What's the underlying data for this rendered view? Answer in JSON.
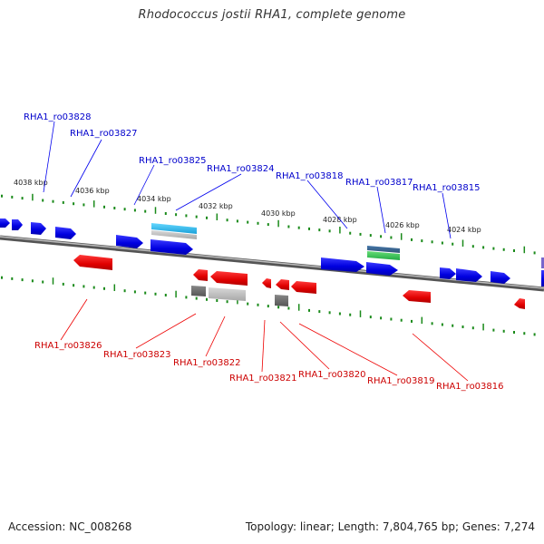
{
  "title": "Rhodococcus jostii RHA1, complete genome",
  "footer": {
    "accession": "Accession: NC_008268",
    "topology": "Topology: linear; Length: 7,804,765 bp; Genes: 7,274"
  },
  "colors": {
    "forward_gene": "#0000ee",
    "reverse_gene": "#ee0000",
    "forward_label": "#0000cc",
    "reverse_label": "#cc0000",
    "backbone": "#8a8a8a",
    "tick": "#1a8a1a",
    "cyan_feature": "#33bbee",
    "green_feature": "#33bb55",
    "gray_feature": "#888888"
  },
  "scale_ticks": [
    "4038 kbp",
    "4036 kbp",
    "4034 kbp",
    "4032 kbp",
    "4030 kbp",
    "4028 kbp",
    "4026 kbp",
    "4024 kbp"
  ],
  "forward_labels": [
    "RHA1_ro03828",
    "RHA1_ro03827",
    "RHA1_ro03825",
    "RHA1_ro03824",
    "RHA1_ro03818",
    "RHA1_ro03817",
    "RHA1_ro03815"
  ],
  "reverse_labels": [
    "RHA1_ro03826",
    "RHA1_ro03823",
    "RHA1_ro03822",
    "RHA1_ro03821",
    "RHA1_ro03820",
    "RHA1_ro03819",
    "RHA1_ro03816"
  ]
}
